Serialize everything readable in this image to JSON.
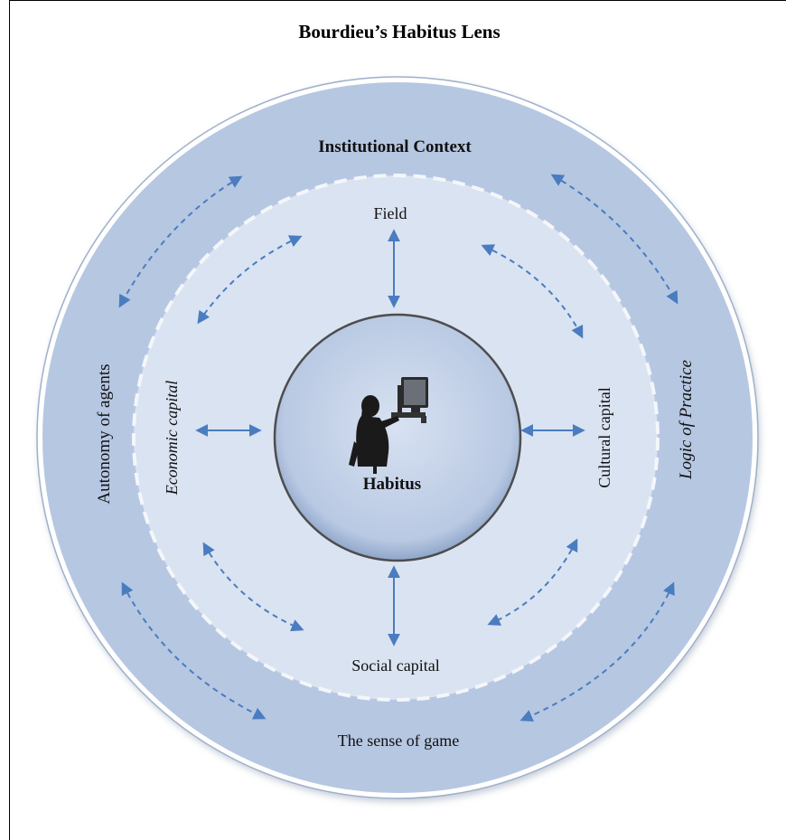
{
  "title": "Bourdieu’s Habitus Lens",
  "outer_ring": {
    "top_label": "Institutional Context",
    "left_label": "Autonomy of agents",
    "right_label": "Logic of Practice",
    "bottom_label": "The sense of game"
  },
  "middle_ring": {
    "top_label": "Field",
    "left_label": "Economic capital",
    "right_label": "Cultural capital",
    "bottom_label": "Social capital"
  },
  "center": {
    "label": "Habitus",
    "icon": "person-at-computer-icon"
  },
  "colors": {
    "outer_ring": "#b6c7e2",
    "middle_ring": "#dae3f1",
    "center": "#c3d1e7",
    "arrow": "#4a7cc0"
  }
}
